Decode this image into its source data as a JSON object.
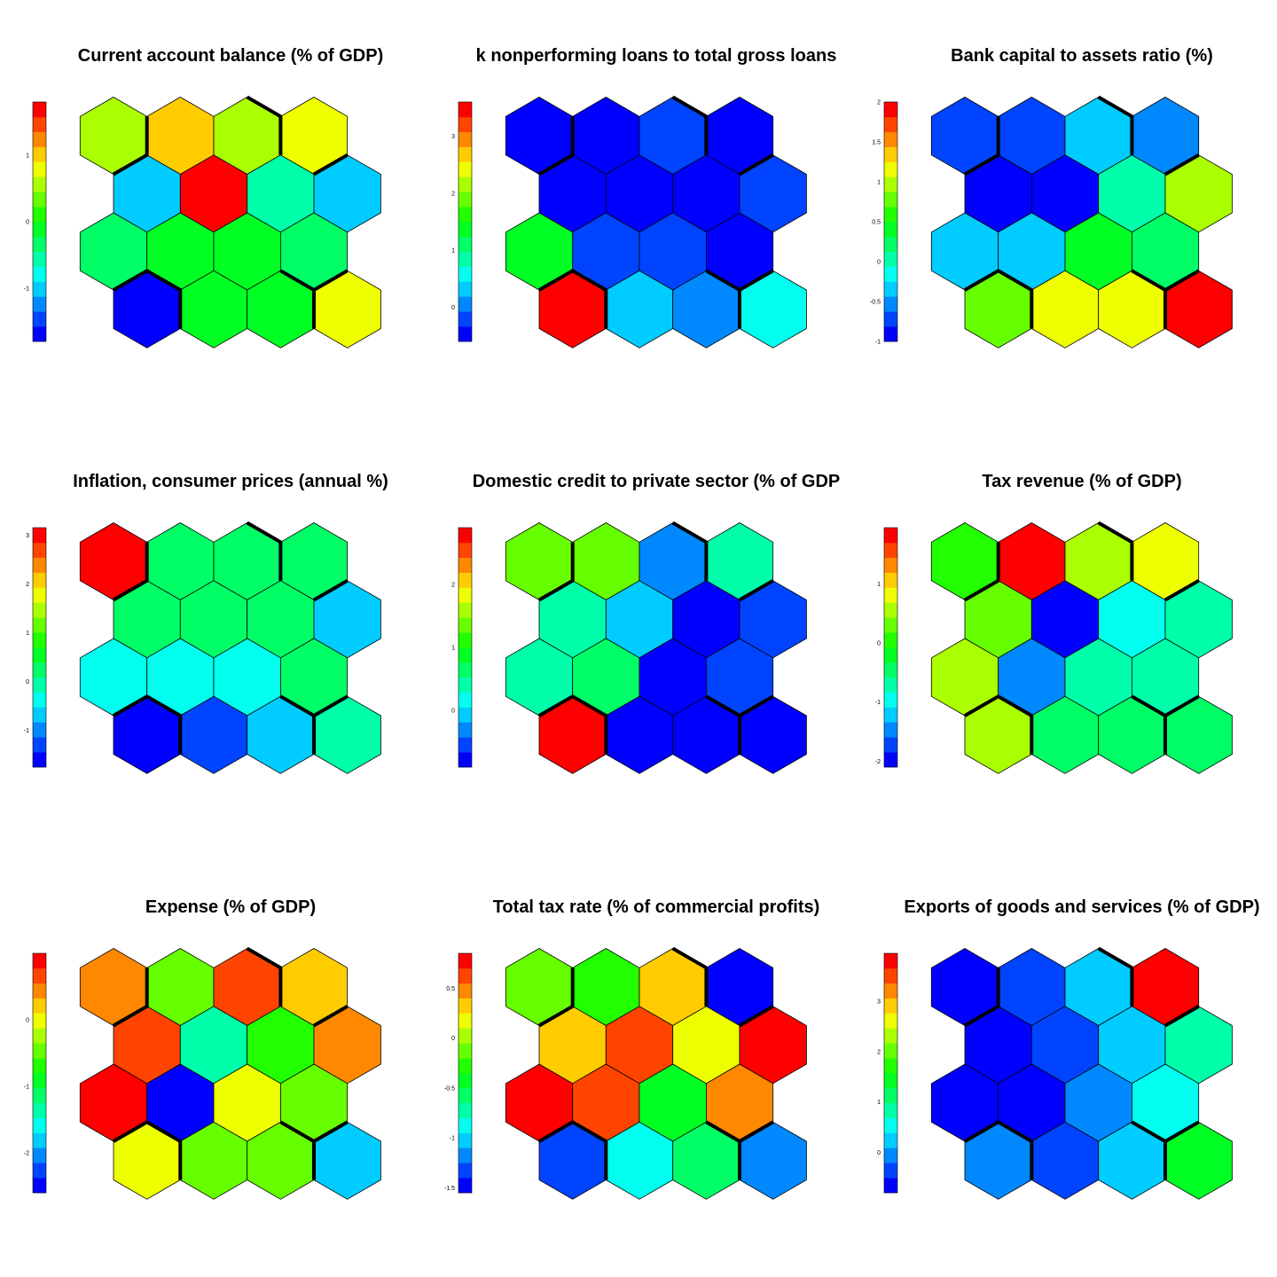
{
  "palette": [
    "#0000ff",
    "#0044ff",
    "#0088ff",
    "#00ccff",
    "#00ffee",
    "#00ffaa",
    "#00ff66",
    "#00ff22",
    "#22ff00",
    "#66ff00",
    "#aaff00",
    "#eeff00",
    "#ffcc00",
    "#ff8800",
    "#ff4400",
    "#ff0000"
  ],
  "chart_data": [
    {
      "type": "heatmap",
      "title": "Current account balance (% of GDP)",
      "ticks": [
        {
          "value": -1,
          "label": "-1"
        },
        {
          "value": 0,
          "label": "0"
        },
        {
          "value": 1,
          "label": "1"
        }
      ],
      "range": [
        -1.8,
        1.8
      ],
      "rows": [
        [
          10,
          12,
          10,
          11
        ],
        [
          3,
          15,
          5,
          3
        ],
        [
          6,
          7,
          7,
          6
        ],
        [
          0,
          7,
          7,
          11
        ]
      ]
    },
    {
      "type": "heatmap",
      "title": "k nonperforming loans to total gross loans",
      "ticks": [
        {
          "value": 0,
          "label": "0"
        },
        {
          "value": 1,
          "label": "1"
        },
        {
          "value": 2,
          "label": "2"
        },
        {
          "value": 3,
          "label": "3"
        }
      ],
      "range": [
        -0.6,
        3.6
      ],
      "rows": [
        [
          0,
          0,
          1,
          0
        ],
        [
          0,
          0,
          0,
          1
        ],
        [
          7,
          1,
          1,
          0
        ],
        [
          15,
          3,
          2,
          4
        ]
      ]
    },
    {
      "type": "heatmap",
      "title": "Bank capital to assets ratio (%)",
      "ticks": [
        {
          "value": -1,
          "label": "-1"
        },
        {
          "value": -0.5,
          "label": "-0.5"
        },
        {
          "value": 0,
          "label": "0"
        },
        {
          "value": 0.5,
          "label": "0.5"
        },
        {
          "value": 1,
          "label": "1"
        },
        {
          "value": 1.5,
          "label": "1.5"
        },
        {
          "value": 2,
          "label": "2"
        }
      ],
      "range": [
        -1,
        2
      ],
      "rows": [
        [
          1,
          1,
          3,
          2
        ],
        [
          0,
          0,
          5,
          10
        ],
        [
          3,
          3,
          7,
          6
        ],
        [
          9,
          11,
          11,
          15
        ]
      ]
    },
    {
      "type": "heatmap",
      "title": "Inflation, consumer prices (annual %)",
      "ticks": [
        {
          "value": -1,
          "label": "-1"
        },
        {
          "value": 0,
          "label": "0"
        },
        {
          "value": 1,
          "label": "1"
        },
        {
          "value": 2,
          "label": "2"
        },
        {
          "value": 3,
          "label": "3"
        }
      ],
      "range": [
        -1.75,
        3.15
      ],
      "rows": [
        [
          15,
          6,
          6,
          6
        ],
        [
          6,
          6,
          6,
          3
        ],
        [
          4,
          4,
          4,
          6
        ],
        [
          0,
          1,
          3,
          5
        ]
      ]
    },
    {
      "type": "heatmap",
      "title": "Domestic credit to private sector (% of GDP",
      "ticks": [
        {
          "value": 0,
          "label": "0"
        },
        {
          "value": 1,
          "label": "1"
        },
        {
          "value": 2,
          "label": "2"
        }
      ],
      "range": [
        -0.9,
        2.9
      ],
      "rows": [
        [
          9,
          9,
          2,
          5
        ],
        [
          5,
          3,
          0,
          1
        ],
        [
          5,
          6,
          0,
          1
        ],
        [
          15,
          0,
          0,
          0
        ]
      ]
    },
    {
      "type": "heatmap",
      "title": "Tax revenue (% of GDP)",
      "ticks": [
        {
          "value": -2,
          "label": "-2"
        },
        {
          "value": -1,
          "label": "-1"
        },
        {
          "value": 0,
          "label": "0"
        },
        {
          "value": 1,
          "label": "1"
        }
      ],
      "range": [
        -2.1,
        1.95
      ],
      "rows": [
        [
          8,
          15,
          10,
          11
        ],
        [
          9,
          0,
          4,
          5
        ],
        [
          10,
          2,
          5,
          5
        ],
        [
          10,
          6,
          6,
          6
        ]
      ]
    },
    {
      "type": "heatmap",
      "title": "Expense (% of GDP)",
      "ticks": [
        {
          "value": -2,
          "label": "-2"
        },
        {
          "value": -1,
          "label": "-1"
        },
        {
          "value": 0,
          "label": "0"
        }
      ],
      "range": [
        -2.6,
        1.0
      ],
      "rows": [
        [
          13,
          9,
          14,
          12
        ],
        [
          14,
          5,
          8,
          13
        ],
        [
          15,
          0,
          11,
          9
        ],
        [
          11,
          9,
          9,
          3
        ]
      ]
    },
    {
      "type": "heatmap",
      "title": "Total tax rate (% of commercial profits)",
      "ticks": [
        {
          "value": -1.5,
          "label": "-1.5"
        },
        {
          "value": -1,
          "label": "-1"
        },
        {
          "value": -0.5,
          "label": "-0.5"
        },
        {
          "value": 0,
          "label": "0"
        },
        {
          "value": 0.5,
          "label": "0.5"
        }
      ],
      "range": [
        -1.55,
        0.85
      ],
      "rows": [
        [
          9,
          8,
          12,
          0
        ],
        [
          12,
          14,
          11,
          15
        ],
        [
          15,
          14,
          7,
          13
        ],
        [
          1,
          4,
          6,
          2
        ]
      ]
    },
    {
      "type": "heatmap",
      "title": "Exports of goods and services (% of GDP)",
      "ticks": [
        {
          "value": 0,
          "label": "0"
        },
        {
          "value": 1,
          "label": "1"
        },
        {
          "value": 2,
          "label": "2"
        },
        {
          "value": 3,
          "label": "3"
        }
      ],
      "range": [
        -0.8,
        3.95
      ],
      "rows": [
        [
          0,
          1,
          3,
          15
        ],
        [
          0,
          1,
          3,
          5
        ],
        [
          0,
          0,
          2,
          4
        ],
        [
          2,
          1,
          3,
          7
        ]
      ]
    }
  ]
}
